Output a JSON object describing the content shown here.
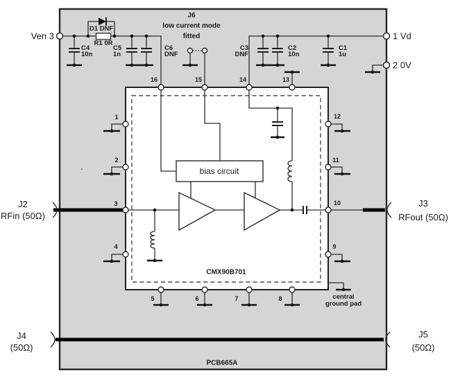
{
  "terminals": {
    "ven": "Ven 3",
    "vd": "1 Vd",
    "gnd": "2 0V"
  },
  "connectors": {
    "j2": {
      "ref": "J2",
      "desc": "RFin (50Ω)"
    },
    "j3": {
      "ref": "J3",
      "desc": "RFout (50Ω)"
    },
    "j4": {
      "ref": "J4",
      "desc": "(50Ω)"
    },
    "j5": {
      "ref": "J5",
      "desc": "(50Ω)"
    }
  },
  "jumper": {
    "ref": "J6",
    "line2": "low current mode",
    "line3": "fitted"
  },
  "components": {
    "d1": "D1 DNF",
    "r1": "R1 0R",
    "c4": {
      "ref": "C4",
      "val": "10n"
    },
    "c5": {
      "ref": "C5",
      "val": "1n"
    },
    "c6": {
      "ref": "C6",
      "val": "DNF"
    },
    "c3": {
      "ref": "C3",
      "val": "DNF"
    },
    "c2": {
      "ref": "C2",
      "val": "10n"
    },
    "c1": {
      "ref": "C1",
      "val": "1u"
    }
  },
  "ic": {
    "part": "CMX90B701",
    "bias": "bias circuit"
  },
  "ground_pad": {
    "line1": "central",
    "line2": "ground pad"
  },
  "board": {
    "label": "PCB665A"
  },
  "pins": {
    "p1": "1",
    "p2": "2",
    "p3": "3",
    "p4": "4",
    "p5": "5",
    "p6": "6",
    "p7": "7",
    "p8": "8",
    "p9": "9",
    "p10": "10",
    "p11": "11",
    "p12": "12",
    "p13": "13",
    "p14": "14",
    "p15": "15",
    "p16": "16"
  }
}
